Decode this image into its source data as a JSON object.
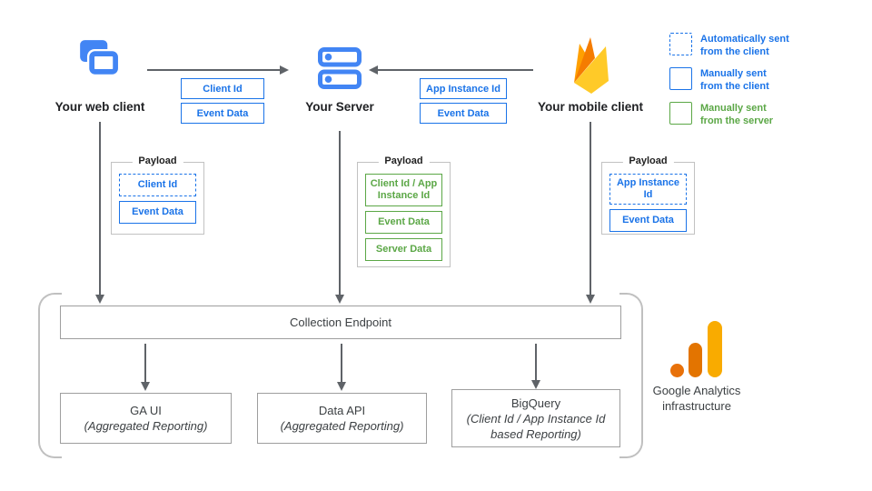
{
  "nodes": {
    "web_client": {
      "label": "Your web client"
    },
    "server": {
      "label": "Your Server"
    },
    "mobile_client": {
      "label": "Your mobile client"
    }
  },
  "edges": {
    "web_to_server": {
      "badges": [
        "Client Id",
        "Event Data"
      ]
    },
    "mobile_to_server": {
      "badges": [
        "App Instance Id",
        "Event Data"
      ]
    }
  },
  "legend": {
    "items": [
      {
        "line1": "Automatically sent",
        "line2": "from the client",
        "style": "dashed-blue"
      },
      {
        "line1": "Manually sent",
        "line2": "from the client",
        "style": "solid-blue"
      },
      {
        "line1": "Manually sent",
        "line2": "from the server",
        "style": "solid-green"
      }
    ]
  },
  "payloads": {
    "web": {
      "title": "Payload",
      "items": [
        {
          "text": "Client Id",
          "style": "dashed-blue"
        },
        {
          "text": "Event Data",
          "style": "solid-blue"
        }
      ]
    },
    "server": {
      "title": "Payload",
      "items": [
        {
          "text": "Client Id / App Instance Id",
          "style": "solid-green"
        },
        {
          "text": "Event Data",
          "style": "solid-green"
        },
        {
          "text": "Server Data",
          "style": "solid-green"
        }
      ]
    },
    "mobile": {
      "title": "Payload",
      "items": [
        {
          "text": "App Instance Id",
          "style": "dashed-blue"
        },
        {
          "text": "Event Data",
          "style": "solid-blue"
        }
      ]
    }
  },
  "infrastructure": {
    "collection_endpoint": "Collection Endpoint",
    "outputs": [
      {
        "title": "GA UI",
        "subtitle": "(Aggregated Reporting)"
      },
      {
        "title": "Data API",
        "subtitle": "(Aggregated Reporting)"
      },
      {
        "title": "BigQuery",
        "subtitle": "(Client Id / App Instance Id based Reporting)"
      }
    ],
    "label_line1": "Google Analytics",
    "label_line2": "infrastructure"
  },
  "colors": {
    "icon_blue": "#4285f4",
    "badge_blue": "#1a73e8",
    "payload_green": "#5ba746",
    "arrow_gray": "#5f6368",
    "ga_orange": "#e37400",
    "ga_amber": "#f9ab00",
    "firebase_yellow": "#ffca28",
    "firebase_orange": "#f57c00",
    "firebase_amber": "#ffa000"
  }
}
